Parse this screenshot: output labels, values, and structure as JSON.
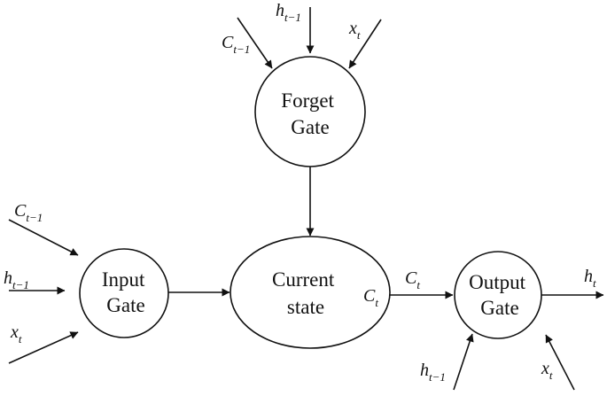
{
  "nodes": {
    "forget_gate": {
      "line1": "Forget",
      "line2": "Gate"
    },
    "input_gate": {
      "line1": "Input",
      "line2": "Gate"
    },
    "current_state": {
      "line1": "Current",
      "line2": "state"
    },
    "output_gate": {
      "line1": "Output",
      "line2": "Gate"
    }
  },
  "labels": {
    "forget_c_prev": {
      "base": "C",
      "sub": "t−1"
    },
    "forget_h_prev": {
      "base": "h",
      "sub": "t−1"
    },
    "forget_x": {
      "base": "x",
      "sub": "t"
    },
    "input_c_prev": {
      "base": "C",
      "sub": "t−1"
    },
    "input_h_prev": {
      "base": "h",
      "sub": "t−1"
    },
    "input_x": {
      "base": "x",
      "sub": "t"
    },
    "state_c": {
      "base": "C",
      "sub": "t"
    },
    "edge_c": {
      "base": "C",
      "sub": "t"
    },
    "output_h": {
      "base": "h",
      "sub": "t"
    },
    "output_h_prev": {
      "base": "h",
      "sub": "t−1"
    },
    "output_x": {
      "base": "x",
      "sub": "t"
    }
  }
}
